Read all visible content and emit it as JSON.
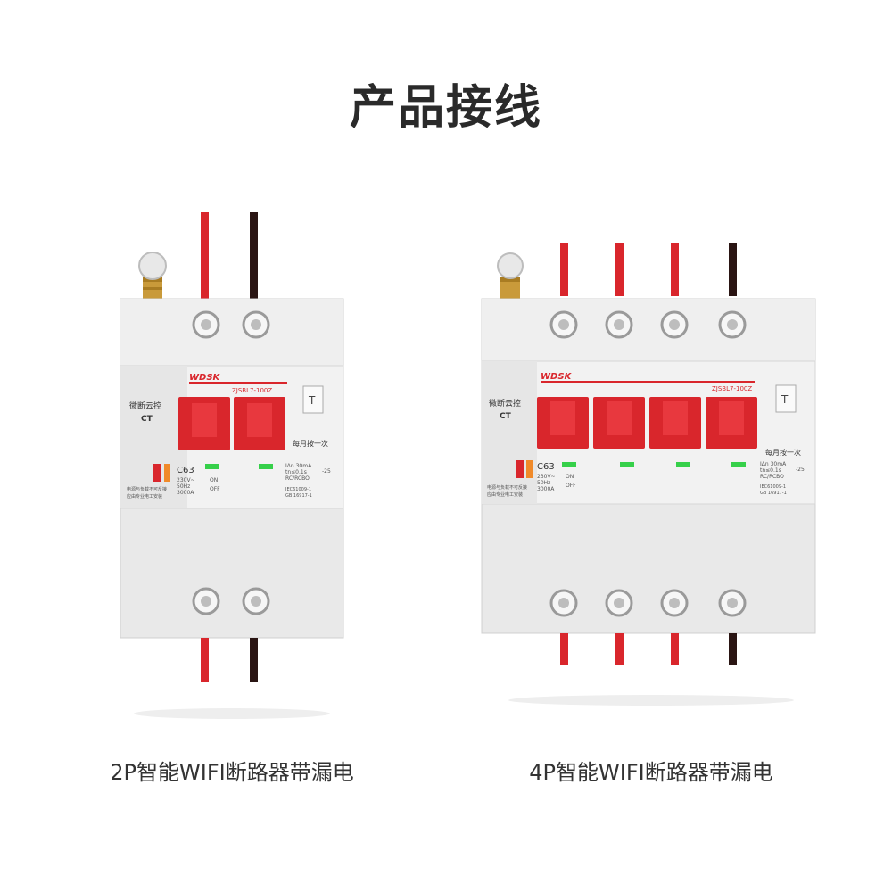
{
  "title": "产品接线",
  "colors": {
    "live_wire": "#d9262c",
    "neutral_wire": "#2a1513",
    "housing": "#eaeaea",
    "housing_dark": "#d6d6d6",
    "handle_red": "#d9262c",
    "indicator_green": "#36d04a",
    "accent_orange": "#f08a2a"
  },
  "products": [
    {
      "caption": "2P智能WIFI断路器带漏电",
      "brand": "WDSK",
      "model": "ZJSBL7-100Z",
      "module_label_1": "微断云控",
      "module_label_2": "CT",
      "rating": "C63",
      "spec_lines": [
        "230V~",
        "50Hz",
        "3000A"
      ],
      "on_label": "ON",
      "off_label": "OFF",
      "test_label": "每月按一次",
      "test_button": "T",
      "leak_spec": [
        "IΔn 30mA",
        "tn≤0.1s",
        "RC/RCBO"
      ],
      "standard": [
        "IEC61009-1",
        "GB 16917-1"
      ],
      "temp": "-25",
      "warning": [
        "电源与负载不可反接",
        "应由专业电工安装"
      ],
      "poles": 2,
      "wires": [
        "live",
        "neutral"
      ]
    },
    {
      "caption": "4P智能WIFI断路器带漏电",
      "brand": "WDSK",
      "model": "ZJSBL7-100Z",
      "module_label_1": "微断云控",
      "module_label_2": "CT",
      "rating": "C63",
      "spec_lines": [
        "230V~",
        "50Hz",
        "3000A"
      ],
      "on_label": "ON",
      "off_label": "OFF",
      "test_label": "每月按一次",
      "test_button": "T",
      "leak_spec": [
        "IΔn 30mA",
        "tn≤0.1s",
        "RC/RCBO"
      ],
      "standard": [
        "IEC61009-1",
        "GB 16917-1"
      ],
      "temp": "-25",
      "warning": [
        "电源与负载不可反接",
        "应由专业电工安装"
      ],
      "poles": 4,
      "wires": [
        "live",
        "live",
        "live",
        "neutral"
      ]
    }
  ]
}
